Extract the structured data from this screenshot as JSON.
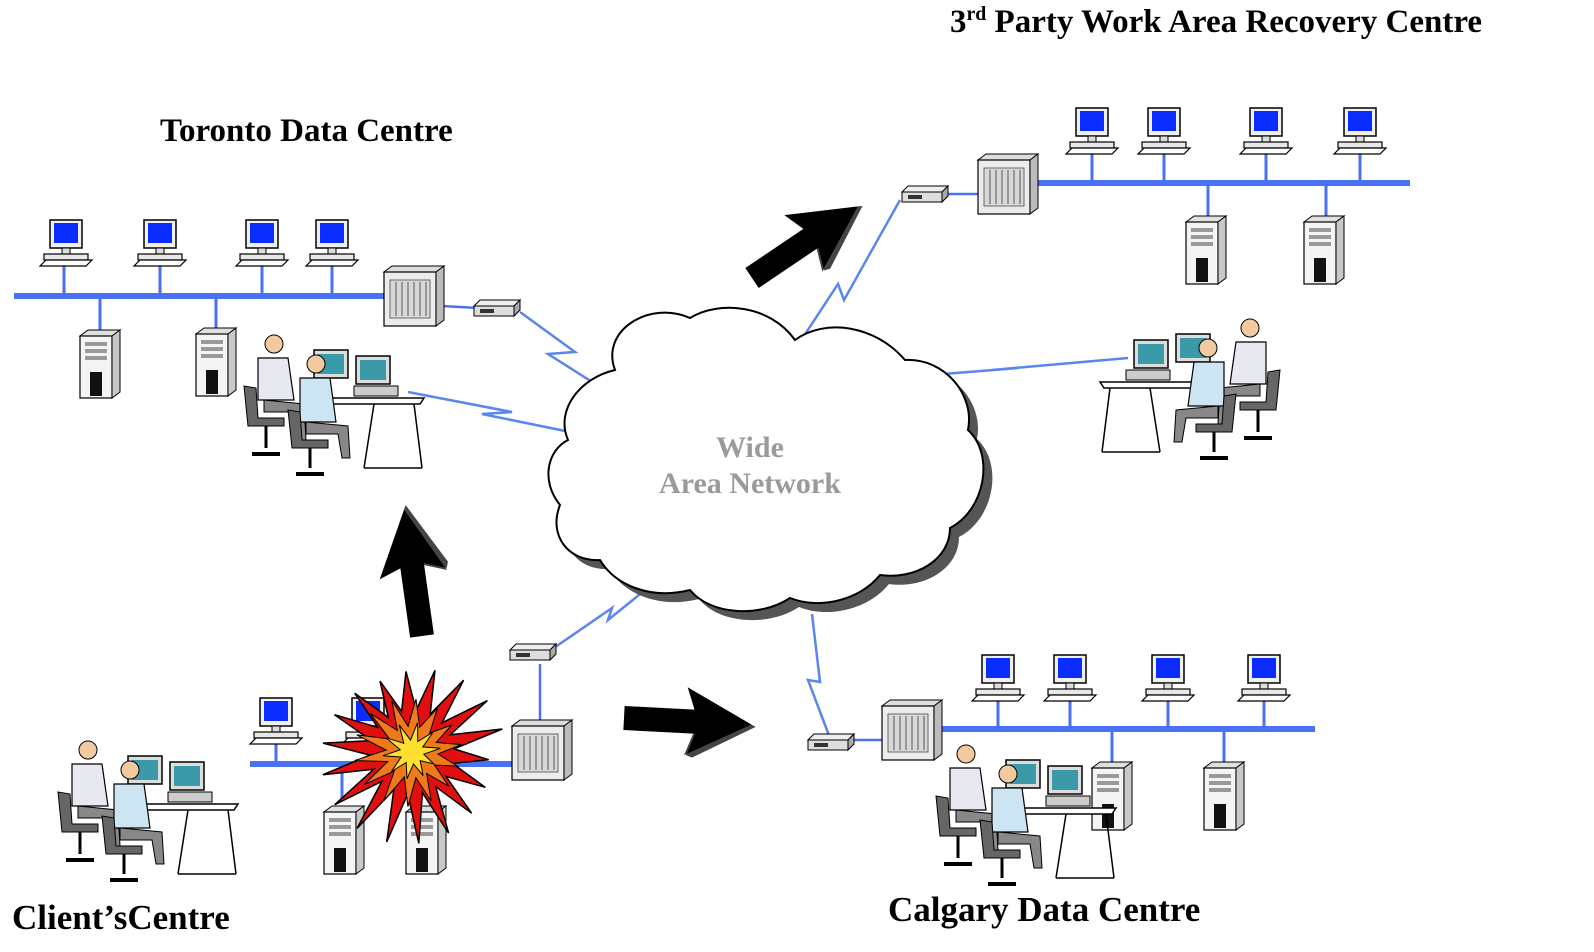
{
  "titles": {
    "toronto": "Toronto Data Centre",
    "recovery_prefix": "3",
    "recovery_sup": "rd",
    "recovery_rest": " Party Work Area Recovery Centre",
    "calgary": "Calgary Data Centre",
    "client": "Client’sCentre"
  },
  "wan": {
    "line1": "Wide",
    "line2": "Area Network"
  },
  "colors": {
    "lan": "#4a72f0",
    "wan_text": "#9a9a9a",
    "screen": "#0a2cff",
    "arrow": "#000000"
  }
}
